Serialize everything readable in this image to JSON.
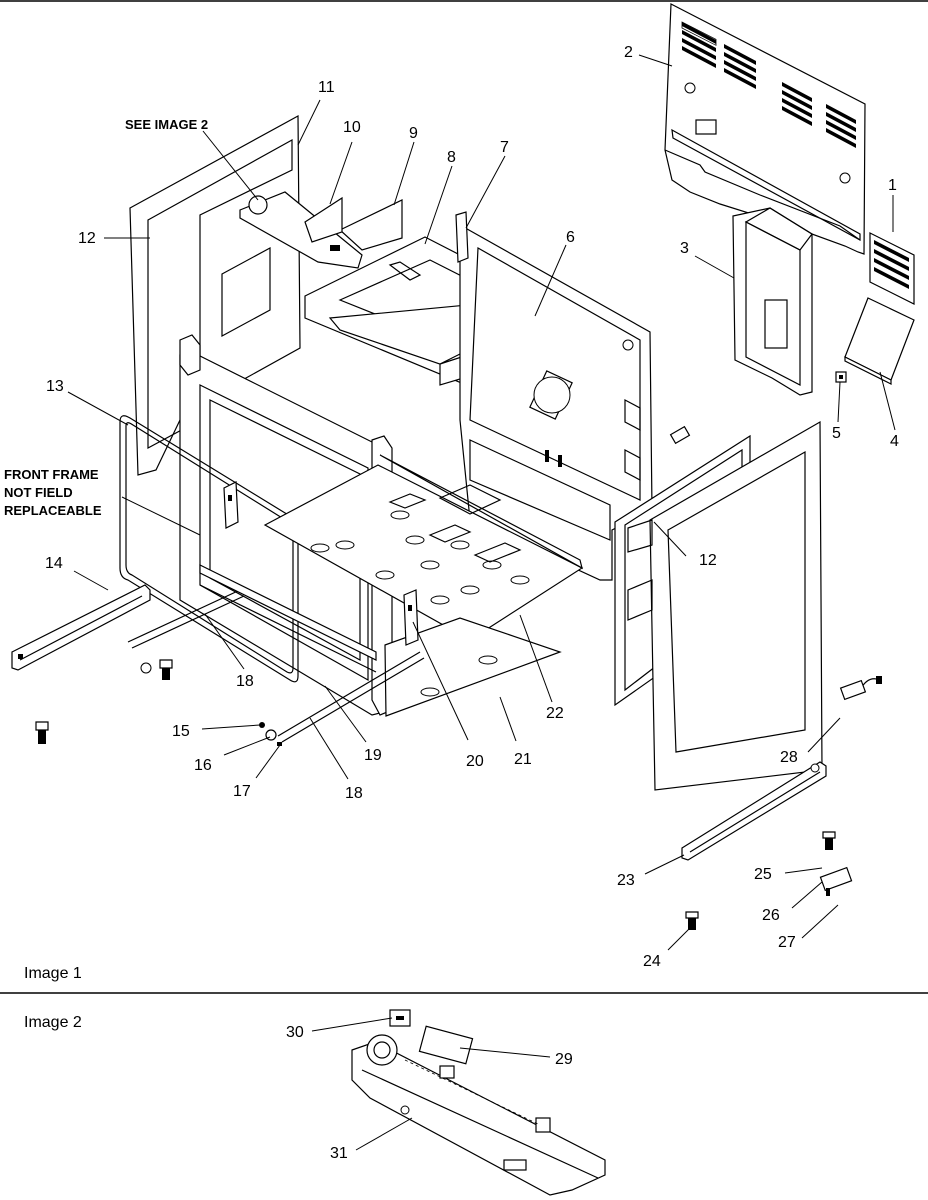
{
  "notes": {
    "see_image_2": "SEE IMAGE 2",
    "front_frame": [
      "FRONT FRAME",
      "NOT FIELD",
      "REPLACEABLE"
    ]
  },
  "captions": {
    "image1": "Image 1",
    "image2": "Image 2"
  },
  "callouts": {
    "c1": "1",
    "c2": "2",
    "c3": "3",
    "c4": "4",
    "c5": "5",
    "c6": "6",
    "c7": "7",
    "c8": "8",
    "c9": "9",
    "c10": "10",
    "c11": "11",
    "c12a": "12",
    "c12b": "12",
    "c13": "13",
    "c14": "14",
    "c15": "15",
    "c16": "16",
    "c17": "17",
    "c18a": "18",
    "c18b": "18",
    "c19": "19",
    "c20": "20",
    "c21": "21",
    "c22": "22",
    "c23": "23",
    "c24": "24",
    "c25": "25",
    "c26": "26",
    "c27": "27",
    "c28": "28",
    "c29": "29",
    "c30": "30",
    "c31": "31"
  }
}
